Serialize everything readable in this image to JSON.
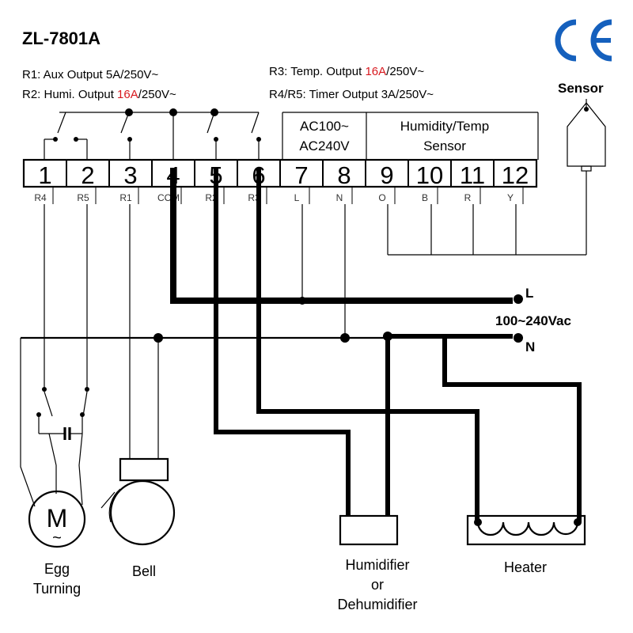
{
  "title": "ZL-7801A",
  "specs": {
    "r1": {
      "prefix": "R1: Aux Output 5A/250V~"
    },
    "r2": {
      "prefix": "R2: Humi. Output ",
      "highlight": "16A",
      "suffix": "/250V~"
    },
    "r3": {
      "prefix": "R3: Temp. Output ",
      "highlight": "16A",
      "suffix": "/250V~"
    },
    "r45": {
      "prefix": "R4/R5: Timer  Output 3A/250V~"
    }
  },
  "ce_mark": "CE",
  "sensor_label": "Sensor",
  "power_box": {
    "line1": "AC100~",
    "line2": "AC240V"
  },
  "sensor_box": {
    "line1": "Humidity/Temp",
    "line2": "Sensor"
  },
  "terminals": [
    {
      "num": "1",
      "label": "R4"
    },
    {
      "num": "2",
      "label": "R5"
    },
    {
      "num": "3",
      "label": "R1"
    },
    {
      "num": "4",
      "label": "COM"
    },
    {
      "num": "5",
      "label": "R2"
    },
    {
      "num": "6",
      "label": "R3"
    },
    {
      "num": "7",
      "label": "L"
    },
    {
      "num": "8",
      "label": "N"
    },
    {
      "num": "9",
      "label": "O"
    },
    {
      "num": "10",
      "label": "B"
    },
    {
      "num": "11",
      "label": "R"
    },
    {
      "num": "12",
      "label": "Y"
    }
  ],
  "supply": {
    "l": "L",
    "n": "N",
    "voltage": "100~240Vac"
  },
  "motor": {
    "symbol": "M",
    "sub": "~"
  },
  "loads": {
    "egg_line1": "Egg",
    "egg_line2": "Turning",
    "bell": "Bell",
    "humid_line1": "Humidifier",
    "humid_line2": "or",
    "humid_line3": "Dehumidifier",
    "heater": "Heater"
  },
  "colors": {
    "highlight": "#d8191f",
    "ce": "#1560bd",
    "ink": "#000000"
  }
}
